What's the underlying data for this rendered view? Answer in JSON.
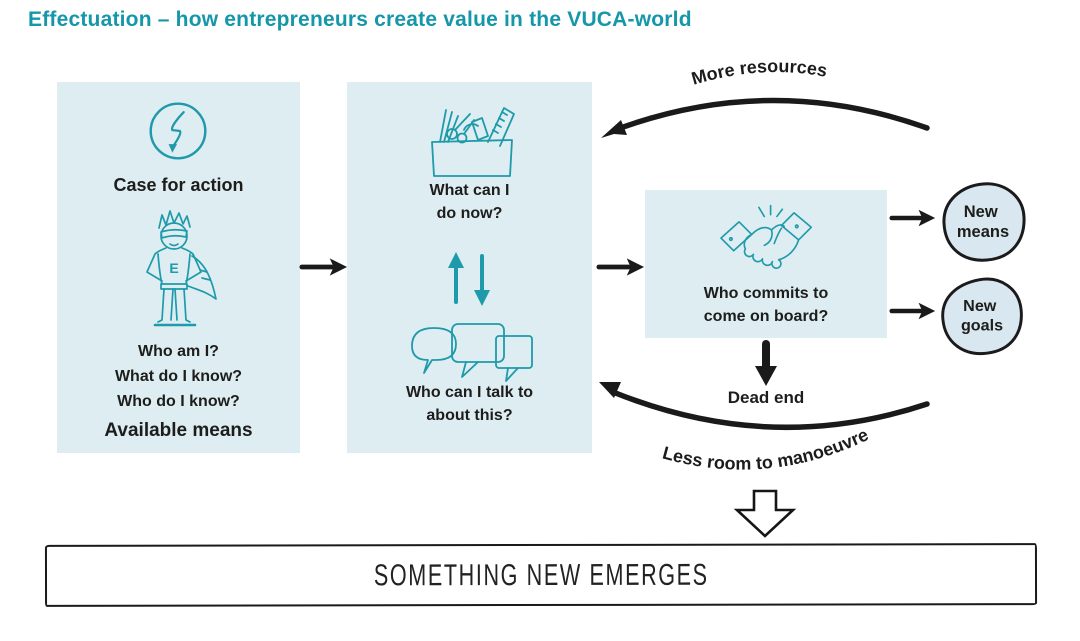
{
  "title": "Effectuation – how entrepreneurs create value in the VUCA-world",
  "colors": {
    "accent_teal": "#1697A9",
    "icon_teal": "#1E9AAA",
    "panel_fill": "#DEEDF2",
    "oval_fill": "#D9E8F0",
    "ink": "#1D1D1B",
    "sketch_black": "#1A1A1A"
  },
  "panels": {
    "means": {
      "icon": "lightning-circle-icon",
      "heading": "Case for action",
      "figure": "entrepreneur-superhero-icon",
      "questions": [
        "Who am I?",
        "What do I know?",
        "Who do I know?"
      ],
      "footer": "Available means"
    },
    "actions": {
      "icon": "toolbox-icon",
      "q1": [
        "What can I",
        "do now?"
      ],
      "exchange_icon": "up-down-arrows-icon",
      "bubbles_icon": "speech-bubbles-icon",
      "q2": [
        "Who can I talk to",
        "about this?"
      ]
    },
    "commitment": {
      "icon": "handshake-icon",
      "lines": [
        "Who commits to",
        "come on board?"
      ]
    }
  },
  "loop_labels": {
    "top": "More resources",
    "bottom": "Less room to manoeuvre"
  },
  "outcomes": {
    "means": [
      "New",
      "means"
    ],
    "goals": [
      "New",
      "goals"
    ]
  },
  "dead_end": "Dead end",
  "banner": "SOMETHING NEW EMERGES"
}
